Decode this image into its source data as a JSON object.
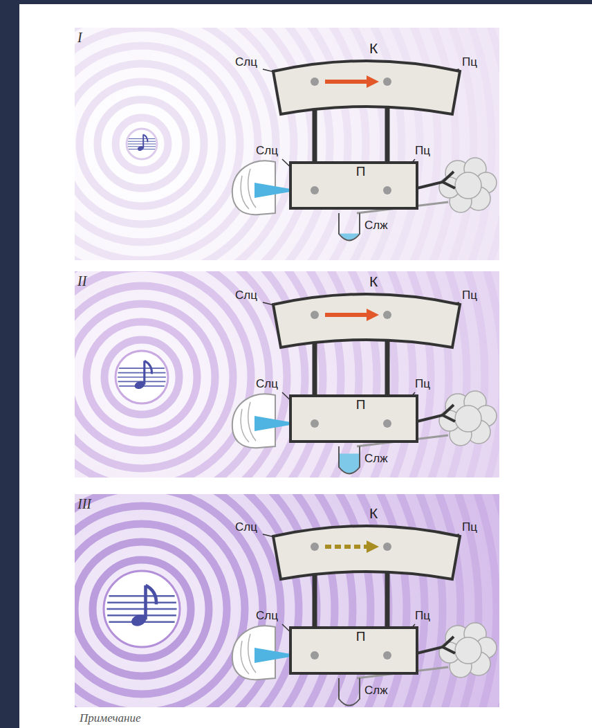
{
  "diagram": {
    "nodes": [
      {
        "text": [
          "К"
        ]
      },
      {
        "text": [
          "П"
        ]
      },
      {
        "text": [
          "К"
        ]
      },
      {
        "text": [
          "П"
        ]
      },
      {
        "text": [
          "К"
        ]
      },
      {
        "text": [
          "П"
        ]
      }
    ],
    "edges": [
      {
        "from": 0,
        "to": 1,
        "arrow": "none"
      },
      {
        "from": 0,
        "to": 1,
        "arrow": "none"
      },
      {
        "from": 2,
        "to": 3,
        "arrow": "none"
      },
      {
        "from": 2,
        "to": 3,
        "arrow": "none"
      },
      {
        "from": 4,
        "to": 5,
        "arrow": "none"
      },
      {
        "from": 4,
        "to": 5,
        "arrow": "none"
      }
    ],
    "labels": [
      "I",
      "Слц",
      "Пц",
      "Слц",
      "Пц",
      "Слж",
      "II",
      "Слц",
      "Пц",
      "Слц",
      "Пц",
      "Слж",
      "III",
      "Слц",
      "Пц",
      "Слц",
      "Пц",
      "Слж",
      "Примечание"
    ]
  }
}
